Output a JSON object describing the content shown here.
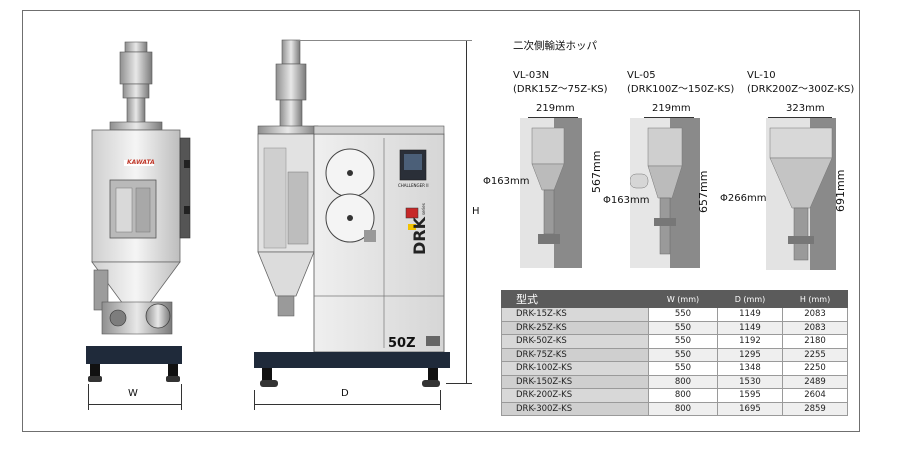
{
  "hopper_title": "二次側輸送ホッパ",
  "dimensions": {
    "w_label": "W",
    "d_label": "D",
    "h_label": "H"
  },
  "machine": {
    "brand_logo": "KAWATA",
    "controller_label": "CHALLENGER II",
    "model_logo": "DRK",
    "model_logo_sub": "series",
    "model_badge": "50Z"
  },
  "hoppers": [
    {
      "model": "VL-03N",
      "range": "(DRK15Z～75Z-KS)",
      "width": "219mm",
      "inlet": "Φ163mm",
      "height": "567mm"
    },
    {
      "model": "VL-05",
      "range": "(DRK100Z～150Z-KS)",
      "width": "219mm",
      "inlet": "Φ163mm",
      "height": "657mm"
    },
    {
      "model": "VL-10",
      "range": "(DRK200Z～300Z-KS)",
      "width": "323mm",
      "inlet": "Φ266mm",
      "height": "691mm"
    }
  ],
  "spec_table": {
    "headers": [
      "型式",
      "W (mm)",
      "D (mm)",
      "H (mm)"
    ],
    "rows": [
      [
        "DRK-15Z-KS",
        "550",
        "1149",
        "2083"
      ],
      [
        "DRK-25Z-KS",
        "550",
        "1149",
        "2083"
      ],
      [
        "DRK-50Z-KS",
        "550",
        "1192",
        "2180"
      ],
      [
        "DRK-75Z-KS",
        "550",
        "1295",
        "2255"
      ],
      [
        "DRK-100Z-KS",
        "550",
        "1348",
        "2250"
      ],
      [
        "DRK-150Z-KS",
        "800",
        "1530",
        "2489"
      ],
      [
        "DRK-200Z-KS",
        "800",
        "1595",
        "2604"
      ],
      [
        "DRK-300Z-KS",
        "800",
        "1695",
        "2859"
      ]
    ]
  },
  "colors": {
    "frame": "#6f6f6f",
    "header_bg": "#5b5b5b",
    "row_alt": "#efefef",
    "machine_base": "#1f2a3a"
  }
}
